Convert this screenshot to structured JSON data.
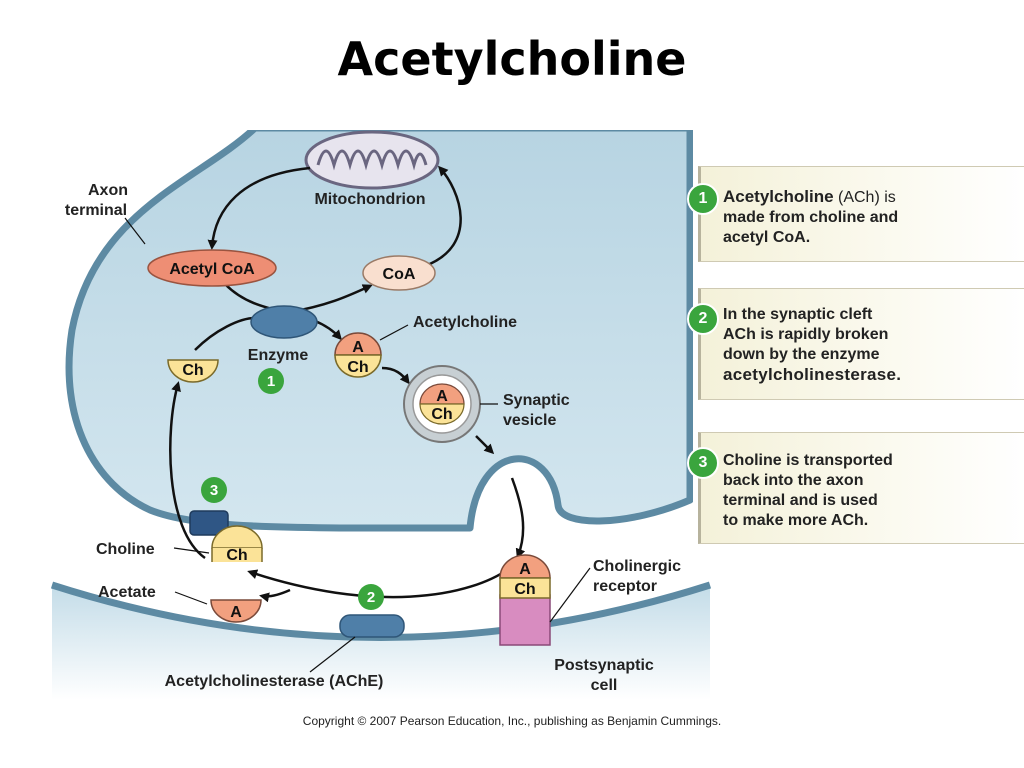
{
  "title": "Acetylcholine",
  "labels": {
    "axon_terminal": [
      "Axon",
      "terminal"
    ],
    "mitochondrion": "Mitochondrion",
    "acetyl_coa": "Acetyl CoA",
    "coa": "CoA",
    "enzyme": "Enzyme",
    "acetylcholine": "Acetylcholine",
    "synaptic_vesicle": [
      "Synaptic",
      "vesicle"
    ],
    "choline": "Choline",
    "acetate": "Acetate",
    "cholinergic_receptor": [
      "Cholinergic",
      "receptor"
    ],
    "postsynaptic_cell": [
      "Postsynaptic",
      "cell"
    ],
    "ache": "Acetylcholinesterase (AChE)"
  },
  "molecules": {
    "a": "A",
    "ch": "Ch"
  },
  "badges": {
    "one": "1",
    "two": "2",
    "three": "3"
  },
  "steps": [
    {
      "number": "1",
      "lead": "Acetylcholine",
      "lines": [
        " (ACh) is",
        "made from choline and",
        "acetyl CoA."
      ]
    },
    {
      "number": "2",
      "lines": [
        "In the synaptic cleft",
        "ACh is rapidly broken",
        "down by the enzyme"
      ],
      "emphasis": "acetylcholinesterase."
    },
    {
      "number": "3",
      "lines": [
        "Choline is transported",
        "back into the axon",
        "terminal and is used",
        "to make more ACh."
      ]
    }
  ],
  "copyright": "Copyright © 2007 Pearson Education, Inc., publishing as Benjamin Cummings.",
  "colors": {
    "cell_fill": "#c2dbe7",
    "membrane": "#5d8aa3",
    "acetyl_coa": "#ee8e74",
    "coa": "#f9dfcf",
    "enzyme": "#4f7fa8",
    "choline": "#fbe398",
    "acetate": "#f2a07f",
    "receptor": "#d88cc0",
    "badge": "#3aa53d"
  }
}
